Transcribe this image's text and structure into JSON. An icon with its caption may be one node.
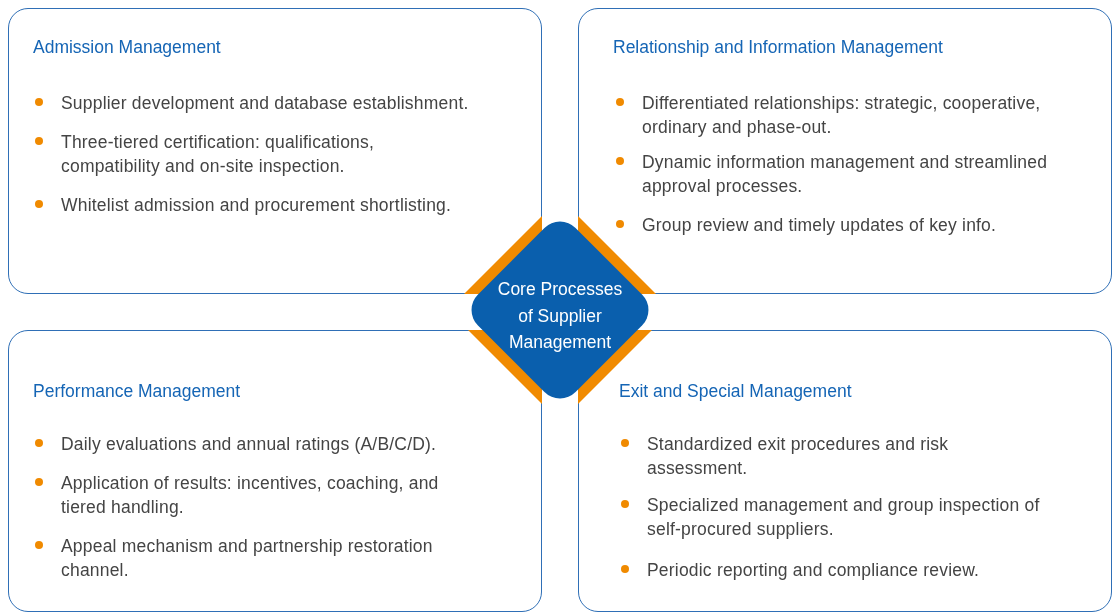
{
  "diagram": {
    "nodes": [
      {
        "text": [
          "Admission Management",
          "Supplier development and database establishment.",
          "Three-tiered certification: qualifications, compatibility and on-site inspection.",
          "Whitelist admission and procurement shortlisting."
        ]
      },
      {
        "text": [
          "Relationship and Information Management",
          "Differentiated relationships: strategic, cooperative, ordinary and phase-out.",
          "Dynamic information management and streamlined approval processes.",
          "Group review and timely updates of key info."
        ]
      },
      {
        "text": [
          "Core Processes of Supplier Management"
        ]
      },
      {
        "text": [
          "Performance Management",
          "Daily evaluations and annual ratings (A/B/C/D).",
          "Application of results: incentives, coaching, and tiered handling.",
          "Appeal mechanism and partnership restoration channel."
        ]
      },
      {
        "text": [
          "Exit and Special Management",
          "Standardized exit procedures and risk assessment.",
          "Specialized management and group inspection of self-procured suppliers.",
          "Periodic reporting and compliance review."
        ]
      }
    ],
    "edges": []
  }
}
